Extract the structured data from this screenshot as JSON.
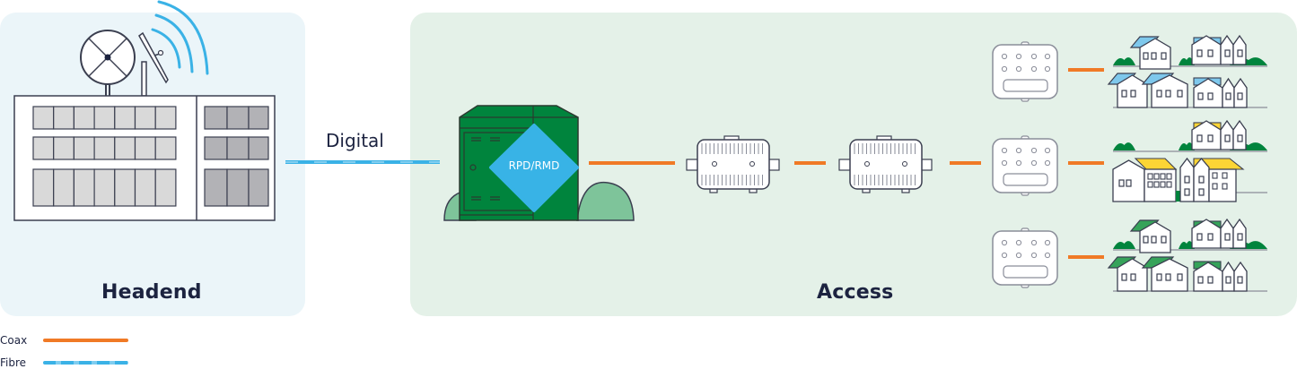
{
  "diagram": {
    "sections": {
      "headend": {
        "title": "Headend"
      },
      "access": {
        "title": "Access"
      }
    },
    "link_label": "Digital",
    "node_label": "RPD/RMD",
    "legend": [
      {
        "label": "Coax",
        "type": "coax",
        "color": "#f07a26"
      },
      {
        "label": "Fibre",
        "type": "fibre",
        "color": "#3ab2e6"
      }
    ],
    "colors": {
      "headend_bg": "#ebf5f9",
      "access_bg": "#e4f1e8",
      "cabinet_green": "#00843d",
      "bush_green": "#7ec49a",
      "diamond_blue": "#38b3e6",
      "coax_orange": "#f07a26",
      "fibre_blue": "#3ab2e6",
      "roof_blue": "#7ec8ec",
      "roof_yellow": "#fcd535",
      "roof_green": "#36a35a",
      "outline": "#3b3f50"
    },
    "neighbourhoods": [
      {
        "roof_color": "blue"
      },
      {
        "roof_color": "yellow"
      },
      {
        "roof_color": "green"
      }
    ]
  }
}
